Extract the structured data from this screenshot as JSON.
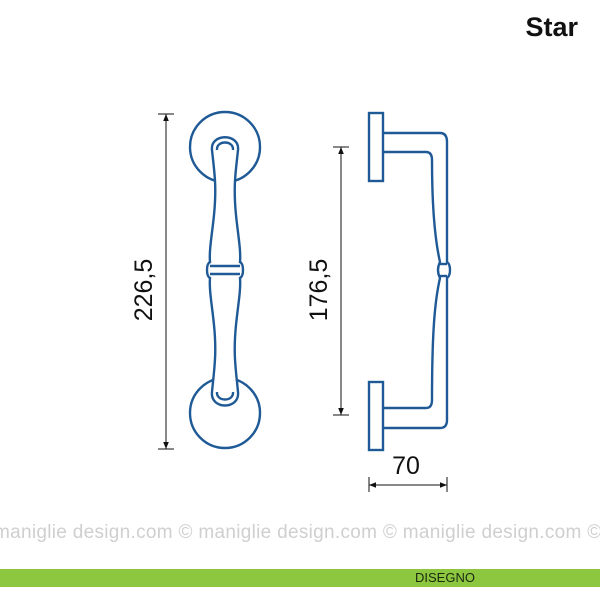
{
  "product_name": "Star",
  "watermark": "maniglie design.com © maniglie design.com © maniglie design.com ©",
  "dimensions": {
    "total_height": "226,5",
    "center_distance": "176,5",
    "projection": "70"
  },
  "footer": {
    "label": "DISEGNO"
  },
  "colors": {
    "stroke": "#1f5a96",
    "footer_bar": "#8dc63f"
  }
}
